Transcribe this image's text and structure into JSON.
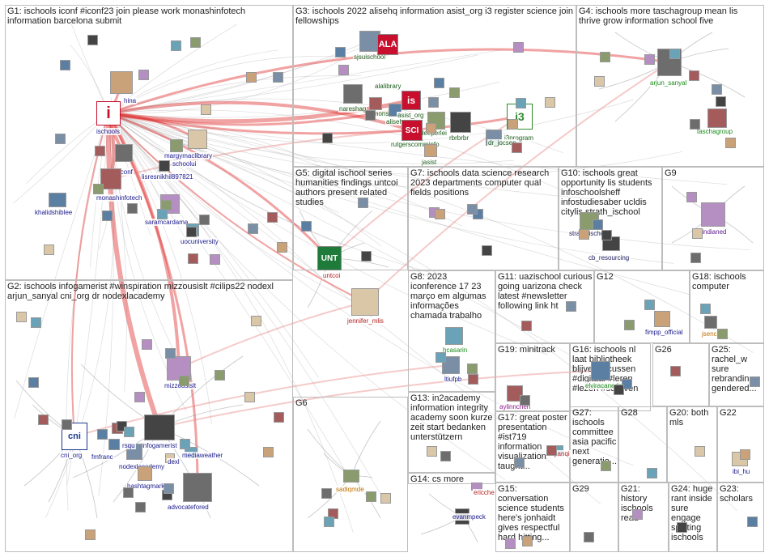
{
  "groups": [
    {
      "id": "G1",
      "title": "G1: ischools iconf #iconf23 join please work monashinfotech information barcelona submit"
    },
    {
      "id": "G2",
      "title": "G2: ischools infogamerist #winspiration mizzousislt #cilips22 nodexl arjun_sanyal cni_org dr nodexlacademy"
    },
    {
      "id": "G3",
      "title": "G3: ischools 2022 alisehq information asist_org i3 register science join fellowships"
    },
    {
      "id": "G4",
      "title": "G4: ischools more taschagroup mean lis thrive grow information school five"
    },
    {
      "id": "G5",
      "title": "G5: digital ischool series humanities findings untcoi authors present related studies"
    },
    {
      "id": "G6",
      "title": "G6"
    },
    {
      "id": "G7",
      "title": "G7: ischools data science research 2023 departments computer qual fields positions"
    },
    {
      "id": "G8",
      "title": "G8: 2023 iconference 17 23 março em algumas informações chamada trabalho"
    },
    {
      "id": "G9",
      "title": "G9"
    },
    {
      "id": "G10",
      "title": "G10: ischools great opportunity lis students infoschoolsheff infostudiesaber ucldis citylis strath_ischool"
    },
    {
      "id": "G11",
      "title": "G11: uazischool curious going uarizona check latest #newsletter following link ht"
    },
    {
      "id": "G12",
      "title": "G12"
    },
    {
      "id": "G13",
      "title": "G13: in2academy information integrity academy soon kurze zeit start bedanken unterstützern"
    },
    {
      "id": "G14",
      "title": "G14: cs more"
    },
    {
      "id": "G15",
      "title": "G15: conversation science students here's jonhaidt gives respectful hard hitting..."
    },
    {
      "id": "G16",
      "title": "G16: ischools nl laat bibliotheek blijven focussen #digitaal #leren #lezen #schijven"
    },
    {
      "id": "G17",
      "title": "G17: great poster presentation #ist719 information visualization taught..."
    },
    {
      "id": "G18",
      "title": "G18: ischools computer"
    },
    {
      "id": "G19",
      "title": "G19: minitrack"
    },
    {
      "id": "G20",
      "title": "G20: both mls"
    },
    {
      "id": "G21",
      "title": "G21: history ischools read"
    },
    {
      "id": "G22",
      "title": "G22"
    },
    {
      "id": "G23",
      "title": "G23: scholars"
    },
    {
      "id": "G24",
      "title": "G24: huge rant inside sure engage splitting ischools"
    },
    {
      "id": "G25",
      "title": "G25: rachel_w sure rebranding gendered..."
    },
    {
      "id": "G26",
      "title": "G26"
    },
    {
      "id": "G27",
      "title": "G27: ischools committee asia pacific next generatio..."
    },
    {
      "id": "G28",
      "title": "G28"
    },
    {
      "id": "G29",
      "title": "G29"
    }
  ],
  "nodes": [
    {
      "id": "ischools",
      "label": "ischools",
      "color": "#1a1a8c"
    },
    {
      "id": "hina",
      "label": "hina",
      "color": "#1a1a8c"
    },
    {
      "id": "iconf",
      "label": "iconf",
      "color": "#1a1a8c"
    },
    {
      "id": "monashinfotech",
      "label": "monashinfotech",
      "color": "#1a1a8c"
    },
    {
      "id": "khalidshiblee",
      "label": "khalidshiblee",
      "color": "#1a1a8c"
    },
    {
      "id": "margymaclibrary",
      "label": "margymaclibrary",
      "color": "#1a1a8c"
    },
    {
      "id": "schoolui",
      "label": "schoolui",
      "color": "#1a1a8c"
    },
    {
      "id": "lisresnikhil897821",
      "label": "lisresnikhil897821",
      "color": "#1a1a8c"
    },
    {
      "id": "saramcardama",
      "label": "saramcardama",
      "color": "#1a1a8c"
    },
    {
      "id": "uocuniversity",
      "label": "uocuniversity",
      "color": "#1a1a8c"
    },
    {
      "id": "sjsuischool",
      "label": "sjsuischool",
      "color": "#1a5c1a"
    },
    {
      "id": "alalibrary",
      "label": "alalibrary",
      "color": "#1a5c1a"
    },
    {
      "id": "nareshag",
      "label": "nareshag",
      "color": "#1a5c1a"
    },
    {
      "id": "simonsslis",
      "label": "simonsslis",
      "color": "#1a5c1a"
    },
    {
      "id": "alisehq",
      "label": "alisehq",
      "color": "#1a5c1a"
    },
    {
      "id": "asist_org",
      "label": "asist_org",
      "color": "#1a5c1a"
    },
    {
      "id": "deeperlei",
      "label": "deeperlei",
      "color": "#1a5c1a"
    },
    {
      "id": "rbrbrbr",
      "label": "rbrbrbr",
      "color": "#1a5c1a"
    },
    {
      "id": "rutgerscomminfo",
      "label": "rutgerscomminfo",
      "color": "#1a5c1a"
    },
    {
      "id": "i3program",
      "label": "i3program",
      "color": "#1a5c1a"
    },
    {
      "id": "dr_jocsen",
      "label": "dr_jocsen",
      "color": "#1a5c1a"
    },
    {
      "id": "jasist",
      "label": "jasist",
      "color": "#1a5c1a"
    },
    {
      "id": "arjun_sanyal",
      "label": "arjun_sanyal",
      "color": "#1a8c1a"
    },
    {
      "id": "taschagroup",
      "label": "taschagroup",
      "color": "#1a8c1a"
    },
    {
      "id": "untcoi",
      "label": "untcoi",
      "color": "#b22222"
    },
    {
      "id": "jennifer_mlis",
      "label": "jennifer_mlis",
      "color": "#b22222"
    },
    {
      "id": "strath_ischool",
      "label": "strath_ischool",
      "color": "#1a1a5c"
    },
    {
      "id": "cb_resourcing",
      "label": "cb_resourcing",
      "color": "#1a1a5c"
    },
    {
      "id": "cieindianed",
      "label": "cieindianed",
      "color": "#5c1a8c"
    },
    {
      "id": "hcasarin",
      "label": "hcasarin",
      "color": "#1a8c1a"
    },
    {
      "id": "ltiufpb",
      "label": "ltiufpb",
      "color": "#1a1a8c"
    },
    {
      "id": "fimpp_official",
      "label": "fimpp_official",
      "color": "#1a1a8c"
    },
    {
      "id": "jsench",
      "label": "jsench",
      "color": "#c07000"
    },
    {
      "id": "aylinnchen",
      "label": "aylinnchen",
      "color": "#8c1a8c"
    },
    {
      "id": "elviracaneda",
      "label": "elviracaneda",
      "color": "#1a8c1a"
    },
    {
      "id": "ibi_hu",
      "label": "ibi_hu",
      "color": "#1a1a8c"
    },
    {
      "id": "cni_org",
      "label": "cni_org",
      "color": "#1a1a8c"
    },
    {
      "id": "infogamerist",
      "label": "infogamerist",
      "color": "#1a1a8c"
    },
    {
      "id": "mizzousislt",
      "label": "mizzousislt",
      "color": "#1a1a8c"
    },
    {
      "id": "mediaweather",
      "label": "mediaweather",
      "color": "#1a1a8c"
    },
    {
      "id": "nodexlacademy",
      "label": "nodexlacademy",
      "color": "#1a1a8c"
    },
    {
      "id": "hashtagmarket7",
      "label": "hashtagmarket7",
      "color": "#1a1a8c"
    },
    {
      "id": "advocatefored",
      "label": "advocatefored",
      "color": "#1a1a8c"
    },
    {
      "id": "rsqu",
      "label": "rsqu",
      "color": "#1a1a8c"
    },
    {
      "id": "fmfranc",
      "label": "fmfranc",
      "color": "#1a1a8c"
    },
    {
      "id": "dexl",
      "label": "dexl",
      "color": "#1a1a8c"
    },
    {
      "id": "sadiqmde",
      "label": "sadiqmde",
      "color": "#c07000"
    },
    {
      "id": "evanmpeck",
      "label": "evanmpeck",
      "color": "#1a1a8c"
    },
    {
      "id": "ericche",
      "label": "ericche",
      "color": "#b22222"
    },
    {
      "id": "jianqi",
      "label": "jianqi",
      "color": "#b22222"
    }
  ],
  "logos": {
    "ischools_logo": "i",
    "alalibrary_logo": "ALA",
    "asist_logo": "is",
    "rutgers_logo": "SCI",
    "i3_logo": "i3",
    "untcoi_logo": "UNT",
    "cni_logo": "cni"
  }
}
